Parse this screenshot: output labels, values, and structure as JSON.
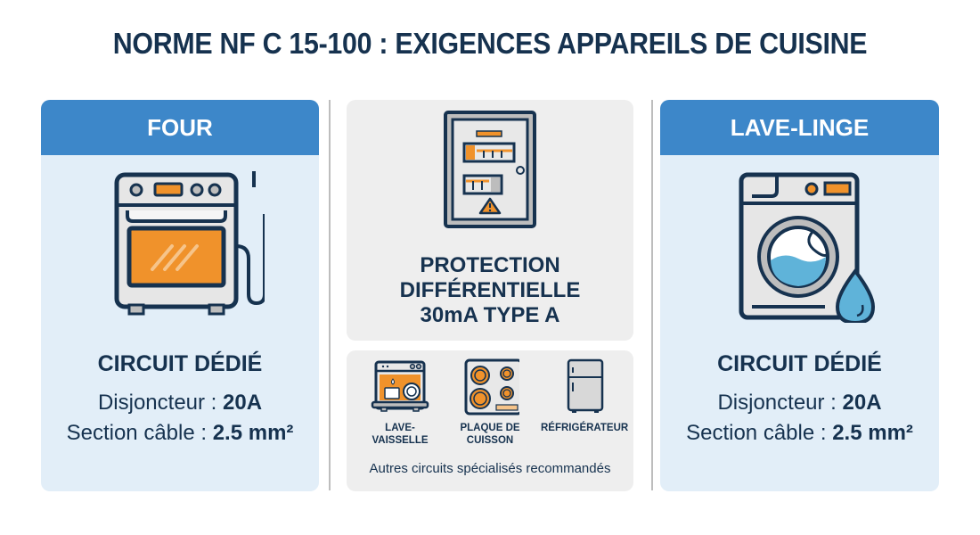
{
  "title": "NORME NF C 15-100 : EXIGENCES APPAREILS DE CUISINE",
  "colors": {
    "navy": "#16324f",
    "header_blue": "#3d87c9",
    "card_bg": "#e2eef8",
    "panel_bg": "#eeeeee",
    "orange": "#f0922b",
    "water_blue": "#5fb3d9",
    "divider": "#bdbdbd"
  },
  "left_card": {
    "header": "FOUR",
    "icon": "oven-with-plug-icon",
    "subtitle": "CIRCUIT DÉDIÉ",
    "specs": [
      {
        "label": "Disjoncteur : ",
        "value": "20A"
      },
      {
        "label": "Section câble : ",
        "value": "2.5 mm²"
      }
    ]
  },
  "center": {
    "protection": {
      "icon": "electrical-panel-warning-icon",
      "lines": [
        "PROTECTION",
        "DIFFÉRENTIELLE",
        "30mA TYPE A"
      ]
    },
    "appliances": [
      {
        "label": "LAVE-VAISSELLE",
        "icon": "dishwasher-icon"
      },
      {
        "label": "PLAQUE DE CUISSON",
        "icon": "cooktop-icon"
      },
      {
        "label": "RÉFRIGÉRATEUR",
        "icon": "refrigerator-icon"
      }
    ],
    "footer": "Autres circuits spécialisés recommandés"
  },
  "right_card": {
    "header": "LAVE-LINGE",
    "icon": "washing-machine-water-drop-icon",
    "subtitle": "CIRCUIT DÉDIÉ",
    "specs": [
      {
        "label": "Disjoncteur : ",
        "value": "20A"
      },
      {
        "label": "Section câble : ",
        "value": "2.5 mm²"
      }
    ]
  }
}
